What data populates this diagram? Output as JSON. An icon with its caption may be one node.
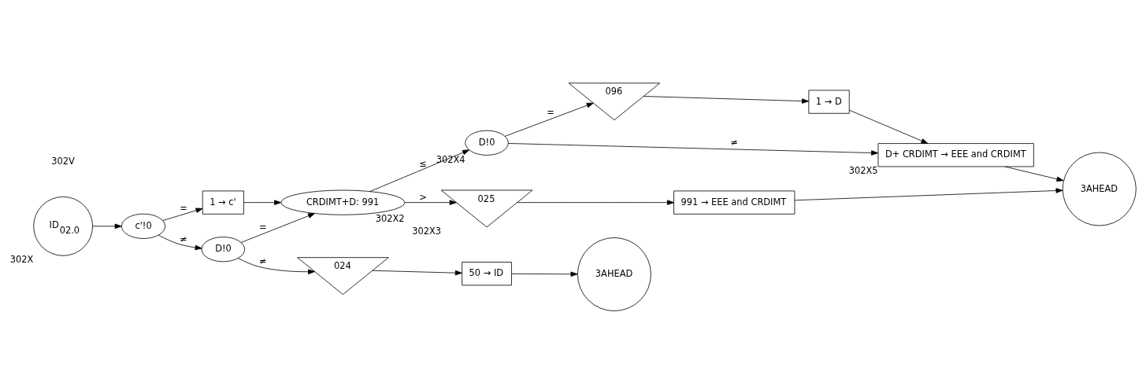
{
  "diagram": {
    "nodes": [
      {
        "text": [
          "ID$_{02.0}$"
        ],
        "beside": [
          "302X"
        ]
      },
      {
        "text": [
          "c'!0"
        ]
      },
      {
        "text": [
          "1 → c'"
        ]
      },
      {
        "text": [
          "CRDIMT+D: 991"
        ],
        "beside": [
          "302X2"
        ]
      },
      {
        "text": [
          "D!0"
        ],
        "beside": [
          "302X4"
        ]
      },
      {
        "text": [
          "096"
        ]
      },
      {
        "text": [
          "1 → D"
        ]
      },
      {
        "text": [
          "D!0"
        ]
      },
      {
        "text": [
          "025"
        ],
        "beside": [
          "302X3"
        ]
      },
      {
        "text": [
          "D+ CRDIMT → EEE and CRDIMT"
        ],
        "beside": [
          "302X5"
        ]
      },
      {
        "text": [
          "024"
        ]
      },
      {
        "text": [
          "50 → ID"
        ]
      },
      {
        "text": [
          "3AHEAD"
        ]
      },
      {
        "text": [
          "991 → EEE and CRDIMT"
        ]
      },
      {
        "text": [
          "3AHEAD"
        ]
      }
    ],
    "edges": [
      {
        "from": 0,
        "to": 1,
        "arrow": "to"
      },
      {
        "from": 1,
        "to": 2,
        "arrow": "to",
        "label": "="
      },
      {
        "from": 1,
        "to": 7,
        "arrow": "to",
        "label": "≠"
      },
      {
        "from": 2,
        "to": 3,
        "arrow": "to"
      },
      {
        "from": 7,
        "to": 3,
        "arrow": "to",
        "label": "="
      },
      {
        "from": 3,
        "to": 4,
        "arrow": "to",
        "label": "≤"
      },
      {
        "from": 3,
        "to": 8,
        "arrow": "to",
        "label": ">"
      },
      {
        "from": 4,
        "to": 5,
        "arrow": "to",
        "label": "="
      },
      {
        "from": 5,
        "to": 6,
        "arrow": "to"
      },
      {
        "from": 6,
        "to": 9,
        "arrow": "to"
      },
      {
        "from": 4,
        "to": 9,
        "arrow": "to",
        "label": "≠"
      },
      {
        "from": 7,
        "to": 10,
        "arrow": "to",
        "label": "≠"
      },
      {
        "from": 10,
        "to": 11,
        "arrow": "to"
      },
      {
        "from": 11,
        "to": 12,
        "arrow": "to"
      },
      {
        "from": 8,
        "to": 13,
        "arrow": "to"
      },
      {
        "from": 13,
        "to": 14,
        "arrow": "to"
      },
      {
        "from": 9,
        "to": 14,
        "arrow": "to"
      }
    ],
    "labels": [
      "302V"
    ]
  }
}
